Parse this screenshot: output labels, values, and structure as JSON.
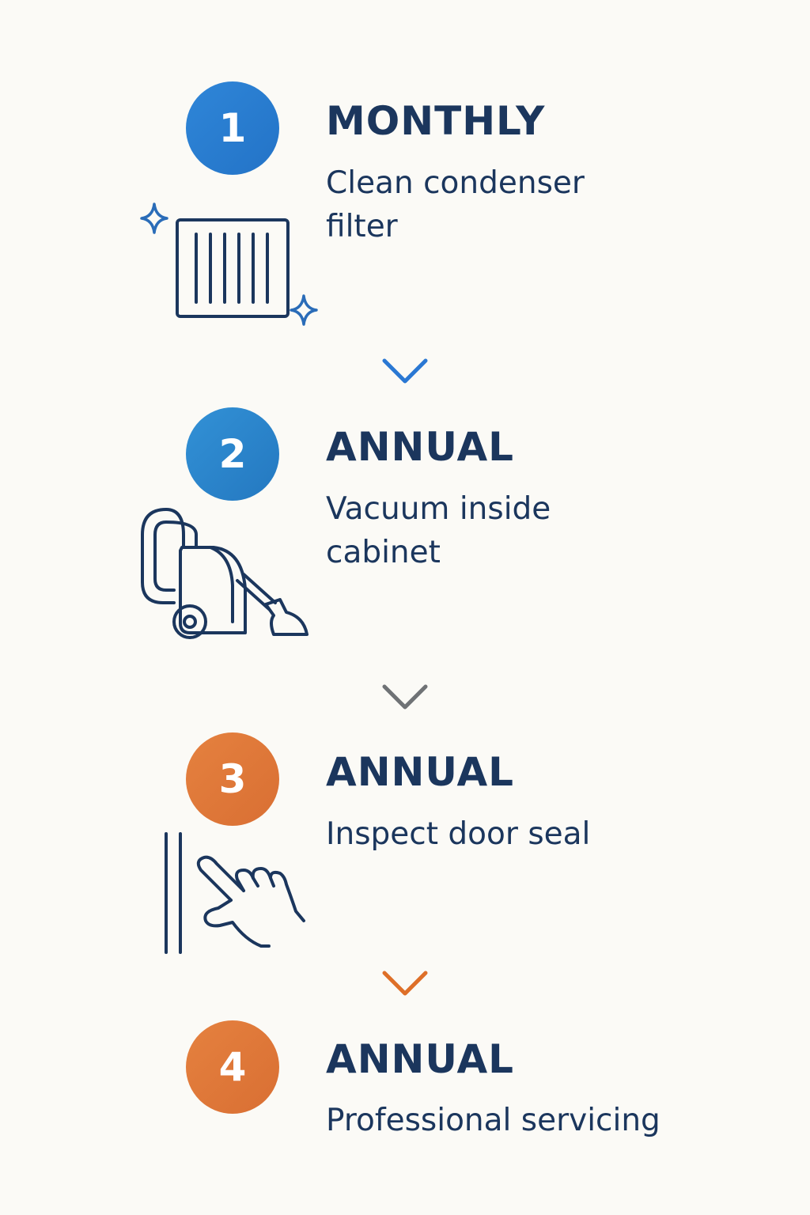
{
  "steps": [
    {
      "number": "1",
      "frequency": "MONTHLY",
      "description": "Clean condenser filter",
      "icon": "filter-icon",
      "color": "#2d7fd0"
    },
    {
      "number": "2",
      "frequency": "ANNUAL",
      "description": "Vacuum inside cabinet",
      "icon": "vacuum-icon",
      "color": "#2e86cc"
    },
    {
      "number": "3",
      "frequency": "ANNUAL",
      "description": "Inspect door seal",
      "icon": "hand-seal-icon",
      "color": "#e07a3c"
    },
    {
      "number": "4",
      "frequency": "ANNUAL",
      "description": "Professional servicing",
      "icon": "",
      "color": "#e07a3c"
    }
  ],
  "arrows": [
    {
      "color": "#3b8ad9"
    },
    {
      "color": "#7b7b7b"
    },
    {
      "color": "#e0782f"
    }
  ],
  "palette": {
    "text": "#1b365d",
    "background": "#fbfaf6"
  }
}
